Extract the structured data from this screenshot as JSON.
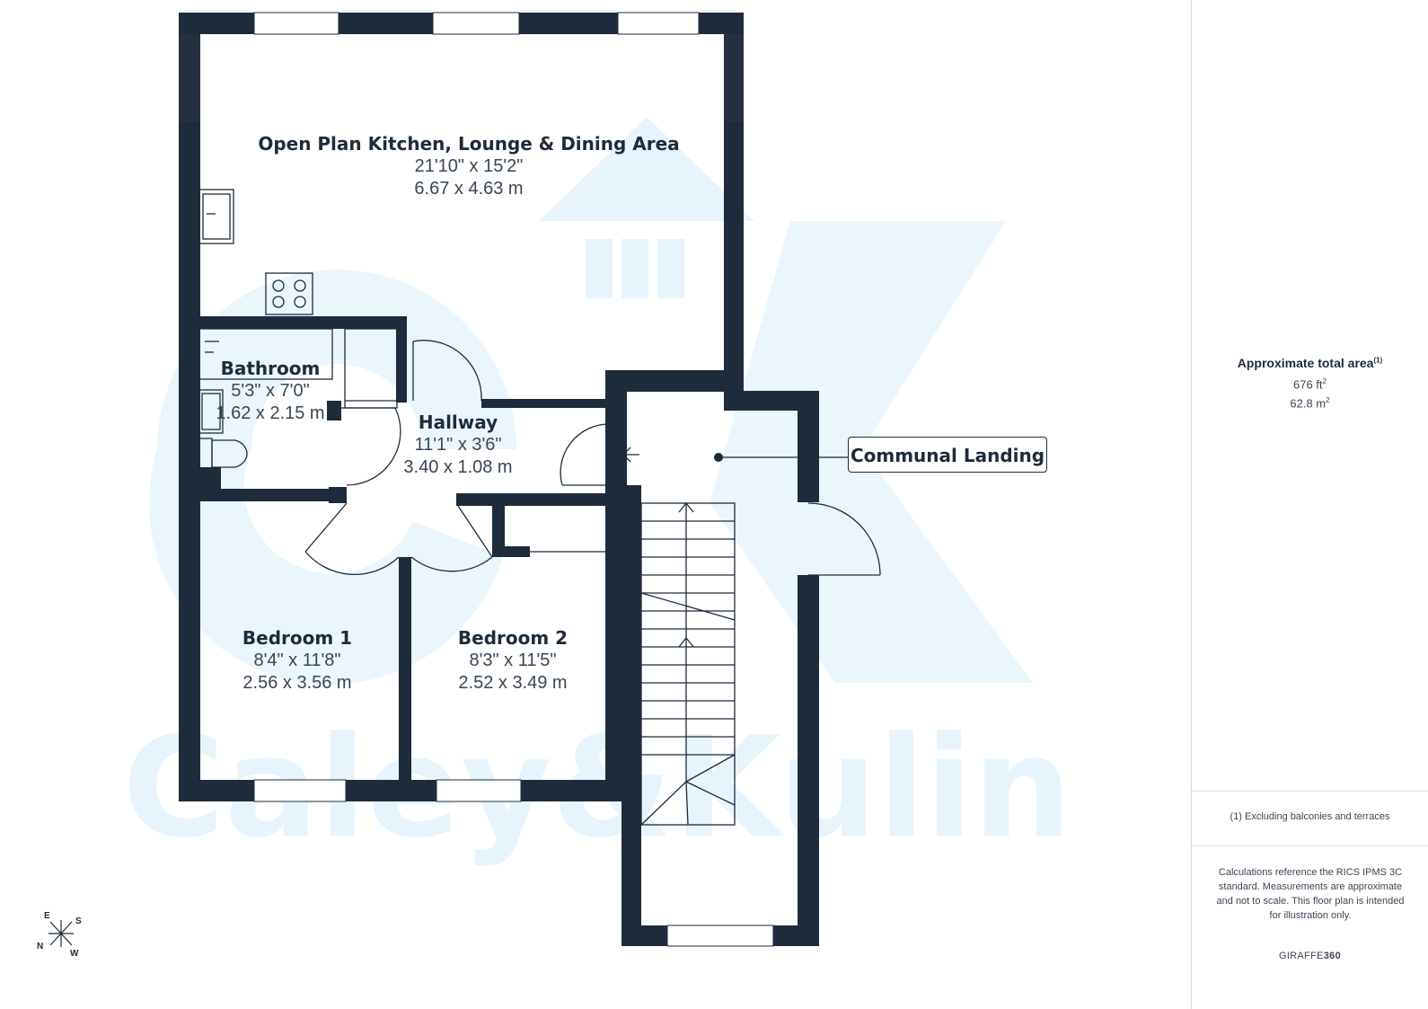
{
  "rooms": {
    "kitchen": {
      "name": "Open Plan Kitchen, Lounge & Dining Area",
      "imperial": "21'10\" x 15'2\"",
      "metric": "6.67 x 4.63 m"
    },
    "bathroom": {
      "name": "Bathroom",
      "imperial": "5'3\" x 7'0\"",
      "metric": "1.62 x 2.15 m"
    },
    "hallway": {
      "name": "Hallway",
      "imperial": "11'1\" x 3'6\"",
      "metric": "3.40 x 1.08 m"
    },
    "bedroom1": {
      "name": "Bedroom 1",
      "imperial": "8'4\" x 11'8\"",
      "metric": "2.56 x 3.56 m"
    },
    "bedroom2": {
      "name": "Bedroom 2",
      "imperial": "8'3\" x 11'5\"",
      "metric": "2.52 x 3.49 m"
    }
  },
  "communal_label": "Communal Landing",
  "watermark": {
    "line1": "Caley&Kulin",
    "monogram": "CK",
    "color": "#e8f4fc"
  },
  "compass": {
    "east": "E",
    "south": "S",
    "north": "N",
    "west": "W"
  },
  "sidebar": {
    "area_title": "Approximate total area",
    "area_footnote_mark": "(1)",
    "area_sqft_value": "676 ft",
    "area_sqm_value": "62.8 m",
    "superscript_2": "2",
    "footnote": "(1) Excluding balconies and terraces",
    "calc_note": "Calculations reference the RICS IPMS 3C standard. Measurements are approximate and not to scale. This floor plan is intended for illustration only.",
    "brand_light": "GIRAFFE",
    "brand_bold": "360"
  },
  "colors": {
    "wall": "#1e2b3a",
    "window": "#ffffff",
    "line": "#1e2b3a"
  }
}
